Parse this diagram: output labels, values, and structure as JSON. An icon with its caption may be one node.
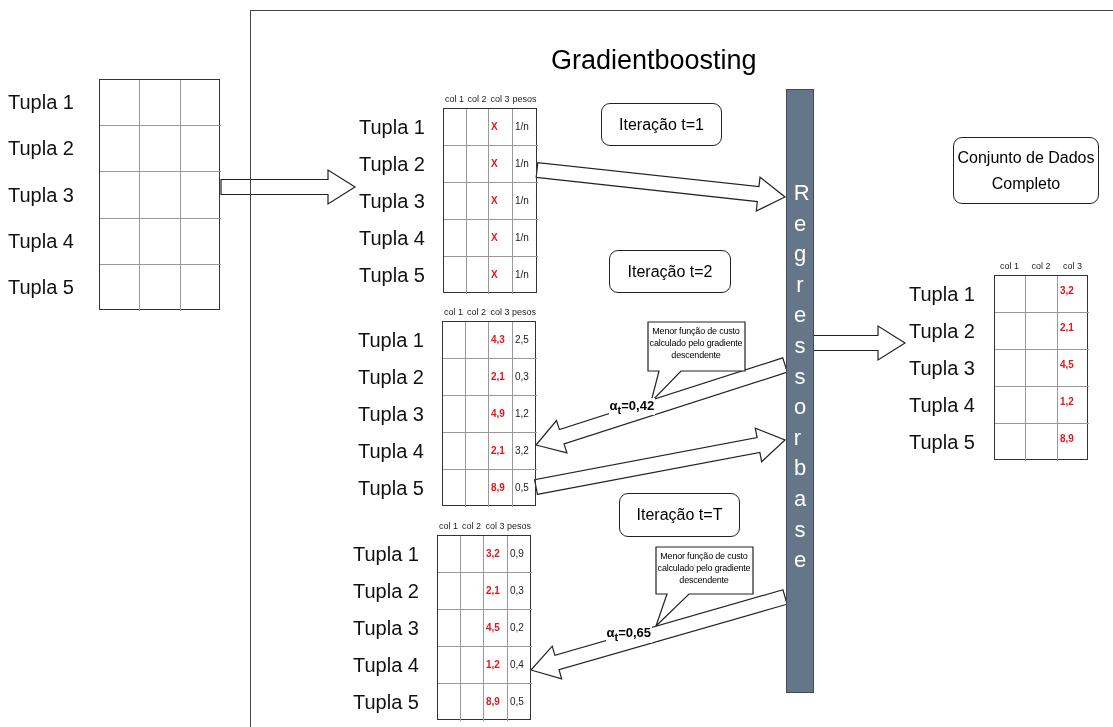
{
  "diagram": {
    "title": "Gradientboosting",
    "nodes": [
      {
        "text": [],
        "shape": "box",
        "beside": [
          "Tupla 1",
          "Tupla 2",
          "Tupla 3",
          "Tupla 4",
          "Tupla 5"
        ]
      },
      {
        "text": [],
        "shape": "box"
      },
      {
        "text": [
          "col 1",
          "col 2",
          "col 3",
          "pesos",
          "X",
          "1/n",
          "X",
          "1/n",
          "X",
          "1/n",
          "X",
          "1/n",
          "X",
          "1/n"
        ],
        "in": 1,
        "beside": [
          "Tupla 1",
          "Tupla 2",
          "Tupla 3",
          "Tupla 4",
          "Tupla 5"
        ]
      },
      {
        "text": [
          "Iteração t=1"
        ],
        "in": 1
      },
      {
        "text": [
          "Regressor base"
        ],
        "in": 1
      },
      {
        "text": [
          "Conjunto de Dados Completo"
        ],
        "in": 1
      },
      {
        "text": [
          "Iteração t=2"
        ],
        "in": 1
      },
      {
        "text": [
          "col 1",
          "col 2",
          "col 3",
          "3,2",
          "2,1",
          "4,5",
          "1,2",
          "8,9"
        ],
        "in": 1,
        "beside": [
          "Tupla 1",
          "Tupla 2",
          "Tupla 3",
          "Tupla 4",
          "Tupla 5"
        ]
      },
      {
        "text": [
          "col 1",
          "col 2",
          "col 3",
          "pesos",
          "4,3",
          "2,5",
          "2,1",
          "0,3",
          "4,9",
          "1,2",
          "2,1",
          "3,2",
          "8,9",
          "0,5"
        ],
        "in": 1,
        "beside": [
          "Tupla 1",
          "Tupla 2",
          "Tupla 3",
          "Tupla 4",
          "Tupla 5"
        ]
      },
      {
        "text": [
          "Menor função de custo calculado pelo gradiente descendente"
        ],
        "in": 1
      },
      {
        "text": [
          "Iteração t=T"
        ],
        "in": 1
      },
      {
        "text": [
          "col 1",
          "col 2",
          "col 3",
          "pesos",
          "3,2",
          "0,9",
          "2,1",
          "0,3",
          "4,5",
          "0,2",
          "1,2",
          "0,4",
          "8,9",
          "0,5"
        ],
        "in": 1,
        "beside": [
          "Tupla 1",
          "Tupla 2",
          "Tupla 3",
          "Tupla 4",
          "Tupla 5"
        ]
      },
      {
        "text": [
          "Menor função de custo calculado pelo gradiente descendente"
        ],
        "in": 1
      }
    ],
    "edges": [
      {
        "from": 0,
        "to": 2,
        "arrow": "to"
      },
      {
        "from": 2,
        "to": 4,
        "arrow": "to"
      },
      {
        "from": 4,
        "to": 8,
        "arrow": "to",
        "label": "α$_{t}$=0,42"
      },
      {
        "from": 8,
        "to": 4,
        "arrow": "to"
      },
      {
        "from": 4,
        "to": 11,
        "arrow": "to",
        "label": "α$_{t}$=0,65"
      },
      {
        "from": 4,
        "to": 7,
        "arrow": "to"
      }
    ]
  }
}
